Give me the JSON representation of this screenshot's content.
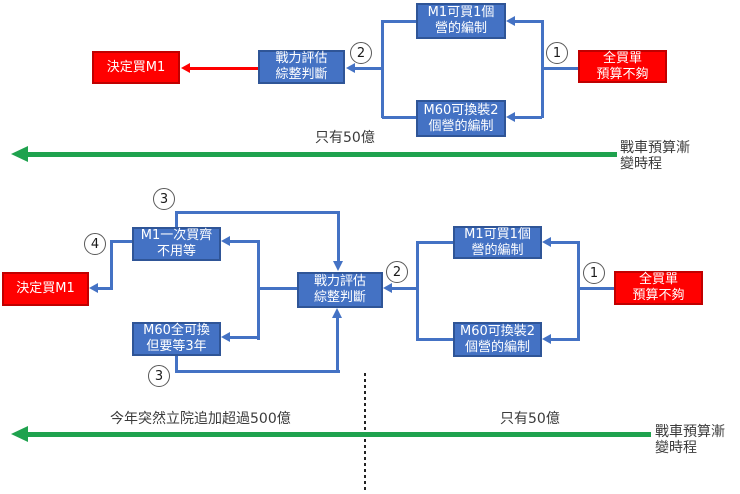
{
  "colors": {
    "blue": "#4472C4",
    "blue_dark": "#2F5597",
    "red": "#FF0000",
    "red_dark": "#C00000",
    "green": "#1FA24E",
    "label": "#3B3B3B",
    "circle_border": "#595959"
  },
  "flow_top": {
    "decide_box": "決定買M1",
    "eval_box": "戰力評估\n綜整判斷",
    "m1_box": "M1可買1個\n營的編制",
    "m60_box": "M60可換裝2\n個營的編制",
    "full_buy_box": "全買單\n預算不夠",
    "step1": "1",
    "step2": "2"
  },
  "flow_bottom": {
    "decide_box": "決定買M1",
    "m1_once_box": "M1一次買齊\n不用等",
    "m60_swap_box": "M60全可換\n但要等3年",
    "eval_box": "戰力評估\n綜整判斷",
    "m1_box": "M1可買1個\n營的編制",
    "m60_box": "M60可換裝2\n個營的編制",
    "full_buy_box": "全買單\n預算不夠",
    "step1": "1",
    "step2": "2",
    "step3_top": "3",
    "step3_bottom": "3",
    "step4": "4"
  },
  "timeline_top": {
    "label": "只有50億",
    "axis_label": "戰車預算漸\n變時程"
  },
  "timeline_bottom": {
    "label_left": "今年突然立院追加超過500億",
    "label_right": "只有50億",
    "axis_label": "戰車預算漸\n變時程"
  }
}
